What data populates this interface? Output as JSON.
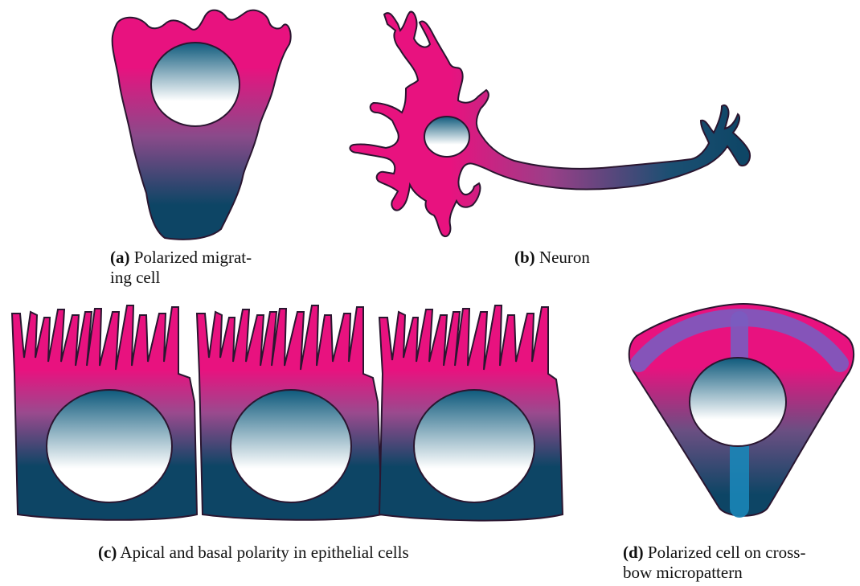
{
  "figure": {
    "panels": [
      {
        "id": "a",
        "label": "(a)",
        "caption_line1": "Polarized migrat-",
        "caption_line2": "ing cell"
      },
      {
        "id": "b",
        "label": "(b)",
        "caption_line1": "Neuron",
        "caption_line2": ""
      },
      {
        "id": "c",
        "label": "(c)",
        "caption_line1": "Apical and basal polarity in epithelial cells",
        "caption_line2": ""
      },
      {
        "id": "d",
        "label": "(d)",
        "caption_line1": "Polarized cell on cross-",
        "caption_line2": "bow micropattern"
      }
    ]
  },
  "colors": {
    "cell_top": "#e8127f",
    "cell_mid": "#8a4a8a",
    "cell_bottom": "#0d4565",
    "nucleus_top": "#0f5a7c",
    "nucleus_bottom": "#ffffff",
    "outline": "#2a1630",
    "crossbow_arc": "#7a5cc0",
    "crossbow_stem": "#1a86b8"
  }
}
